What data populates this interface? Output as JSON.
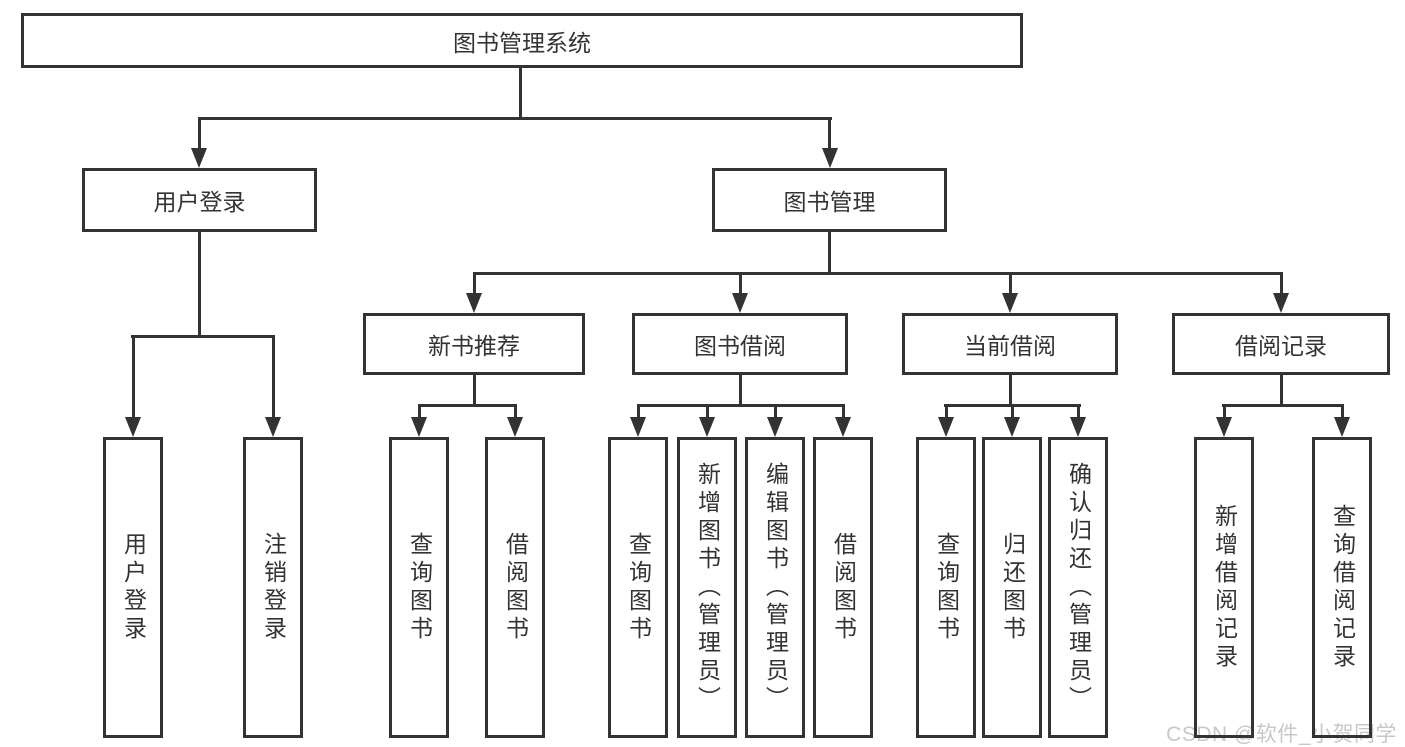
{
  "tree": {
    "root": {
      "label": "图书管理系统"
    },
    "level2": [
      {
        "label": "用户登录"
      },
      {
        "label": "图书管理"
      }
    ],
    "level3": [
      {
        "label": "新书推荐"
      },
      {
        "label": "图书借阅"
      },
      {
        "label": "当前借阅"
      },
      {
        "label": "借阅记录"
      }
    ],
    "leaves": {
      "login": [
        {
          "label": "用户登录"
        },
        {
          "label": "注销登录"
        }
      ],
      "recommend": [
        {
          "label": "查询图书"
        },
        {
          "label": "借阅图书"
        }
      ],
      "borrow": [
        {
          "label": "查询图书"
        },
        {
          "label": "新增图书（管理员）"
        },
        {
          "label": "编辑图书（管理员）"
        },
        {
          "label": "借阅图书"
        }
      ],
      "current": [
        {
          "label": "查询图书"
        },
        {
          "label": "归还图书"
        },
        {
          "label": "确认归还（管理员）"
        }
      ],
      "records": [
        {
          "label": "新增借阅记录"
        },
        {
          "label": "查询借阅记录"
        }
      ]
    }
  },
  "watermark": {
    "text": "CSDN @软件_小贺同学"
  },
  "colors": {
    "line": "#333333",
    "text": "#333333",
    "watermark": "#c8c8c8"
  }
}
